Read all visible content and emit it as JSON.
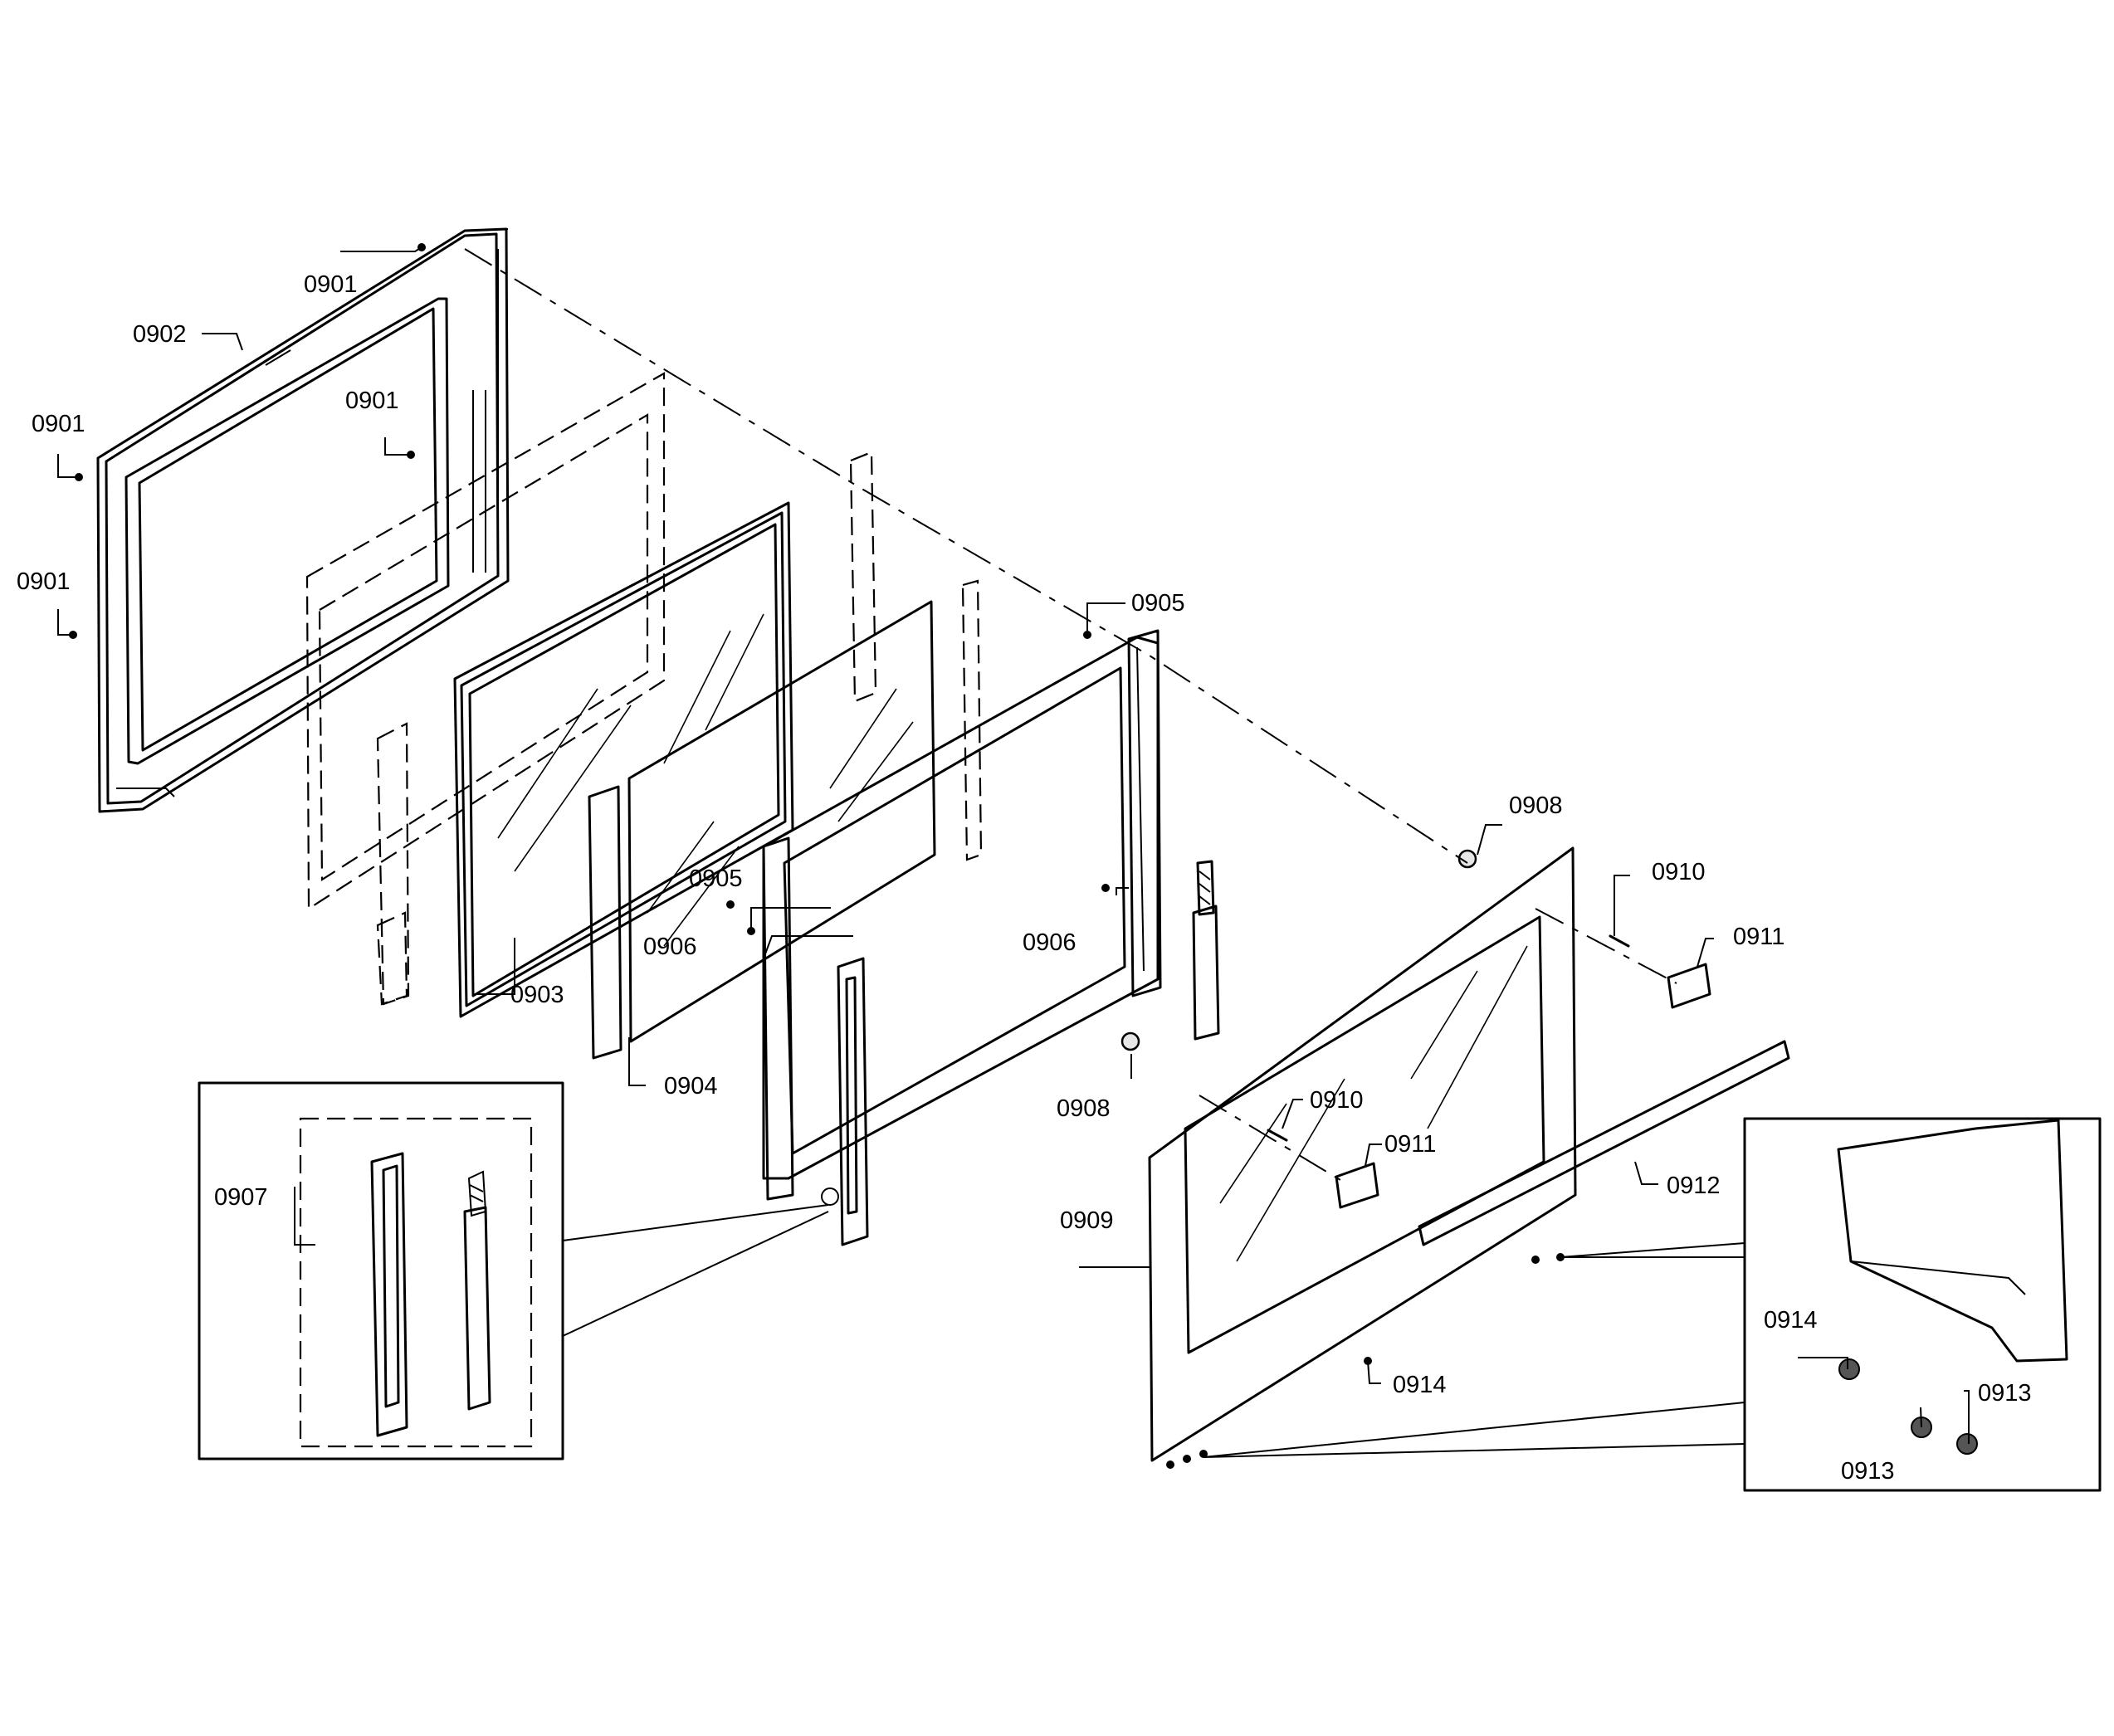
{
  "labels": {
    "l_0901_a": "0901",
    "l_0902": "0902",
    "l_0901_b": "0901",
    "l_0901_c": "0901",
    "l_0901_d": "0901",
    "l_0905_a": "0905",
    "l_0905_b": "0905",
    "l_0906_a": "0906",
    "l_0906_b": "0906",
    "l_0903": "0903",
    "l_0904": "0904",
    "l_0907": "0907",
    "l_0908_a": "0908",
    "l_0908_b": "0908",
    "l_0910_a": "0910",
    "l_0910_b": "0910",
    "l_0911_a": "0911",
    "l_0911_b": "0911",
    "l_0912": "0912",
    "l_0909": "0909",
    "l_0914_a": "0914",
    "l_0914_b": "0914",
    "l_0913_a": "0913",
    "l_0913_b": "0913"
  }
}
